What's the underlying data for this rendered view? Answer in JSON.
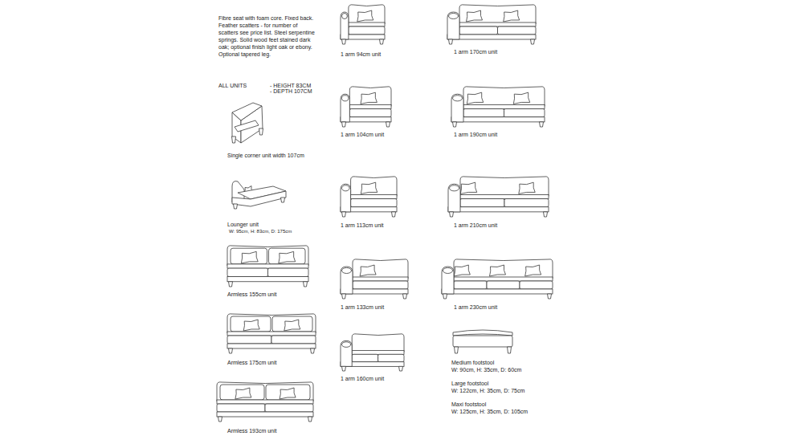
{
  "diagram": {
    "labels": [
      "Fibre seat with foam core. Fixed back. Feather scatters - for number of scatters see price list. Steel serpentine springs. Solid wood feet stained dark oak; optional finish light oak or ebony. Optional tapered leg.",
      "ALL UNITS",
      "- HEIGHT 83CM",
      "- DEPTH 107CM",
      "1 arm 94cm unit",
      "1 arm 170cm unit",
      "Single corner unit width 107cm",
      "1 arm 104cm unit",
      "1 arm 190cm unit",
      "Lounger unit",
      "W: 95cm, H: 83cm, D: 175cm",
      "1 arm 113cm unit",
      "1 arm 210cm unit",
      "Armless 155cm unit",
      "1 arm 133cm unit",
      "1 arm 230cm unit",
      "Armless 175cm unit",
      "1 arm 160cm unit",
      "Medium footstool",
      "W: 90cm, H: 35cm, D: 60cm",
      "Large footstool",
      "W: 122cm, H: 35cm, D: 75cm",
      "Maxi footstool",
      "W: 125cm, H: 35cm, D: 105cm",
      "Armless 193cm unit"
    ]
  }
}
